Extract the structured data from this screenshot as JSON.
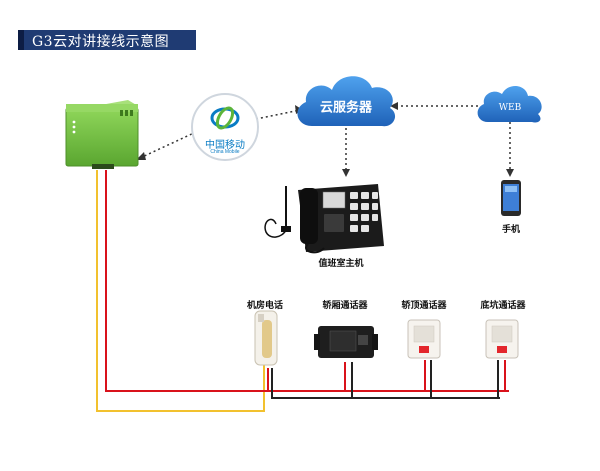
{
  "title": "G3云对讲接线示意图",
  "china_mobile": {
    "name_cn": "中国移动",
    "name_en": "China Mobile"
  },
  "cloud_server": {
    "label": "云服务器"
  },
  "web_cloud": {
    "label": "WEB"
  },
  "devices": {
    "duty_host": "值班室主机",
    "phone": "手机",
    "machine_room_phone": "机房电话",
    "car_intercom": "轿厢通话器",
    "car_top_intercom": "轿顶通话器",
    "pit_intercom": "底坑通话器"
  },
  "wire_colors": {
    "red": "#d9121b",
    "yellow": "#f2c12e",
    "black": "#222222"
  },
  "colors": {
    "gateway": "#7cc84a",
    "cloud": "#2f7fd4",
    "title_bar": "#1f3b73"
  }
}
